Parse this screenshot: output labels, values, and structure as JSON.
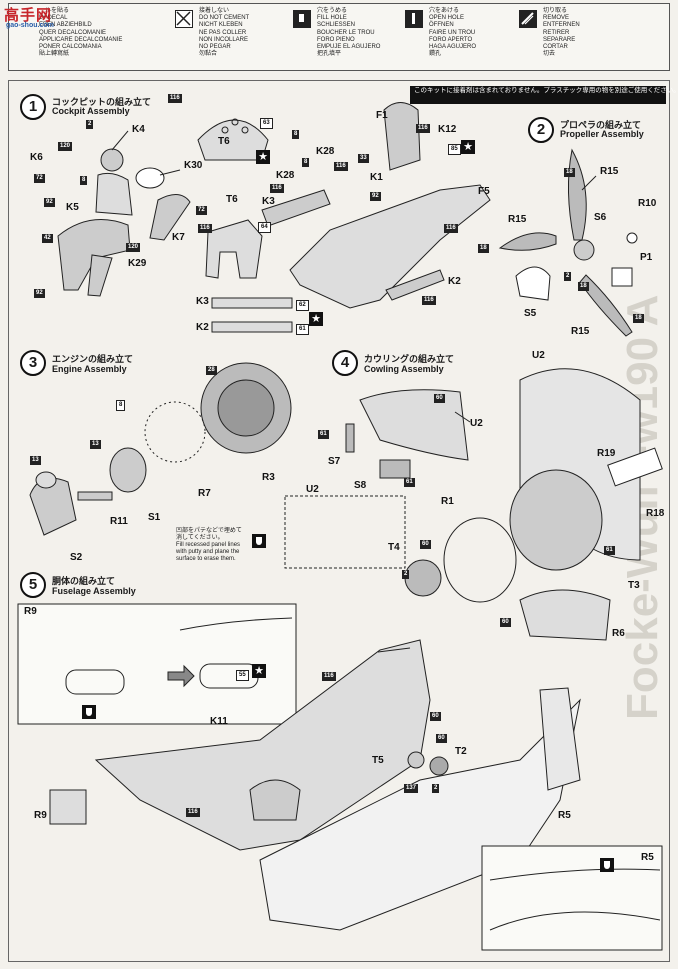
{
  "watermark": {
    "brand": "高手网",
    "site": "gao-shou.com"
  },
  "legend": [
    {
      "icon": "decal-icon",
      "text": [
        "ールを貼る",
        "LY DECAL",
        "EBEN ABZIEHBILD",
        "QUER DECALCOMANIE",
        "APPLICARE DECALCOMANIE",
        "PONER CALCOMANIA",
        "貼上轉寫紙"
      ]
    },
    {
      "icon": "no-cement-icon",
      "text": [
        "接着しない",
        "DO NOT CEMENT",
        "NICHT KLEBEN",
        "NE PAS COLLER",
        "NON INCOLLARE",
        "NO PEGAR",
        "勿黏合"
      ]
    },
    {
      "icon": "fill-hole-icon",
      "text": [
        "穴をうめる",
        "FILL HOLE",
        "SCHLIESSEN",
        "BOUCHER LE TROU",
        "FORO PIENO",
        "EMPUJE EL AGUJERO",
        "把孔填平"
      ]
    },
    {
      "icon": "open-hole-icon",
      "text": [
        "穴をあける",
        "OPEN HOLE",
        "ÖFFNEN",
        "FAIRE UN TROU",
        "FORO APERTO",
        "HAGA AGUJERO",
        "鑽孔"
      ]
    },
    {
      "icon": "remove-icon",
      "text": [
        "切り取る",
        "REMOVE",
        "ENTFERNEN",
        "RETIRER",
        "SEPARARE",
        "CORTAR",
        "切去"
      ]
    }
  ],
  "warning": "このキットに接着剤は含まれておりません。プラスチック専用の物を別途ご使用ください。",
  "steps": [
    {
      "num": "1",
      "jp": "コックピットの組み立て",
      "en": "Cockpit Assembly"
    },
    {
      "num": "2",
      "jp": "プロペラの組み立て",
      "en": "Propeller Assembly"
    },
    {
      "num": "3",
      "jp": "エンジンの組み立て",
      "en": "Engine Assembly"
    },
    {
      "num": "4",
      "jp": "カウリングの組み立て",
      "en": "Cowling Assembly"
    },
    {
      "num": "5",
      "jp": "胴体の組み立て",
      "en": "Fuselage Assembly"
    }
  ],
  "parts": {
    "cockpit": [
      "K4",
      "K6",
      "K5",
      "K30",
      "K7",
      "K29",
      "T6",
      "T6",
      "K28",
      "K28",
      "K3",
      "K1",
      "K12",
      "F1",
      "F5",
      "K2",
      "K3",
      "K2"
    ],
    "propeller": [
      "R15",
      "R15",
      "R15",
      "S6",
      "R10",
      "P1",
      "S5"
    ],
    "engine": [
      "R7",
      "R3",
      "S1",
      "R11",
      "S2"
    ],
    "cowling": [
      "U2",
      "S7",
      "S8",
      "U2",
      "U2",
      "R19",
      "R18",
      "R1",
      "T4",
      "T3",
      "R6"
    ],
    "fuselage": [
      "R9",
      "K11",
      "R9",
      "T5",
      "T2",
      "R5",
      "R5"
    ]
  },
  "paint_codes": [
    "116",
    "63",
    "2",
    "8",
    "8",
    "116",
    "33",
    "116",
    "92",
    "120",
    "72",
    "92",
    "8",
    "120",
    "72",
    "92",
    "42",
    "116",
    "64",
    "62",
    "61",
    "116",
    "85",
    "116",
    "116",
    "18",
    "18",
    "2",
    "18",
    "18",
    "28",
    "8",
    "13",
    "13",
    "60",
    "61",
    "61",
    "60",
    "2",
    "61",
    "60",
    "116",
    "116",
    "60",
    "60",
    "137",
    "2",
    "55"
  ],
  "putty_note": "凹部をパテなどで埋めて\n消してください。\nFill recessed panel lines\nwith putty and plane the\nsurface to erase them.",
  "ghost_title": "Focke-Wulf Fw190 A"
}
